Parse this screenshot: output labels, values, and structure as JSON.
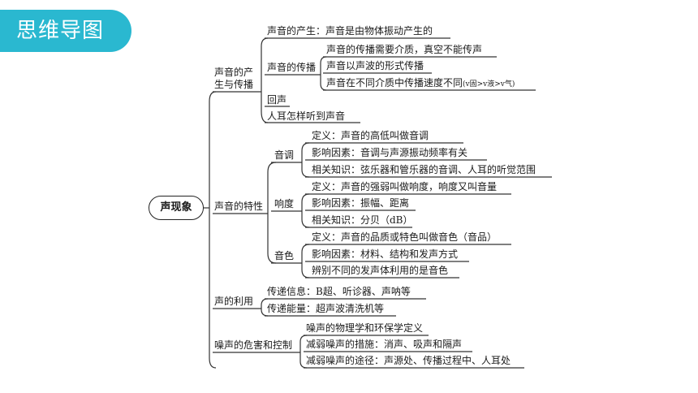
{
  "header": {
    "title": "思维导图"
  },
  "root": "声现象",
  "branches": {
    "b1": {
      "label": "声音的产生与传播",
      "c1": "声音的产生：声音是由物体振动产生的",
      "c2": {
        "label": "声音的传播",
        "items": [
          "声音的传播需要介质，真空不能传声",
          "声音以声波的形式传播",
          "声音在不同介质中传播速度不同"
        ],
        "speed_formula": "(v固>v液>v气)"
      },
      "c3": "回声",
      "c4": "人耳怎样听到声音"
    },
    "b2": {
      "label": "声音的特性",
      "pitch": {
        "label": "音调",
        "items": [
          "定义：声音的高低叫做音调",
          "影响因素：音调与声源振动频率有关",
          "相关知识：弦乐器和管乐器的音调、人耳的听觉范围"
        ]
      },
      "loudness": {
        "label": "响度",
        "items": [
          "定义：声音的强弱叫做响度，响度又叫音量",
          "影响因素：振幅、距离",
          "相关知识：分贝（dB）"
        ]
      },
      "timbre": {
        "label": "音色",
        "items": [
          "定义：声音的品质或特色叫做音色（音品）",
          "影响因素：材料、结构和发声方式",
          "辨别不同的发声体利用的是音色"
        ]
      }
    },
    "b3": {
      "label": "声的利用",
      "items": [
        "传递信息：B超、听诊器、声呐等",
        "传递能量：超声波清洗机等"
      ]
    },
    "b4": {
      "label": "噪声的危害和控制",
      "items": [
        "噪声的物理学和环保学定义",
        "减弱噪声的措施：消声、吸声和隔声",
        "减弱噪声的途径：声源处、传播过程中、人耳处"
      ]
    }
  }
}
